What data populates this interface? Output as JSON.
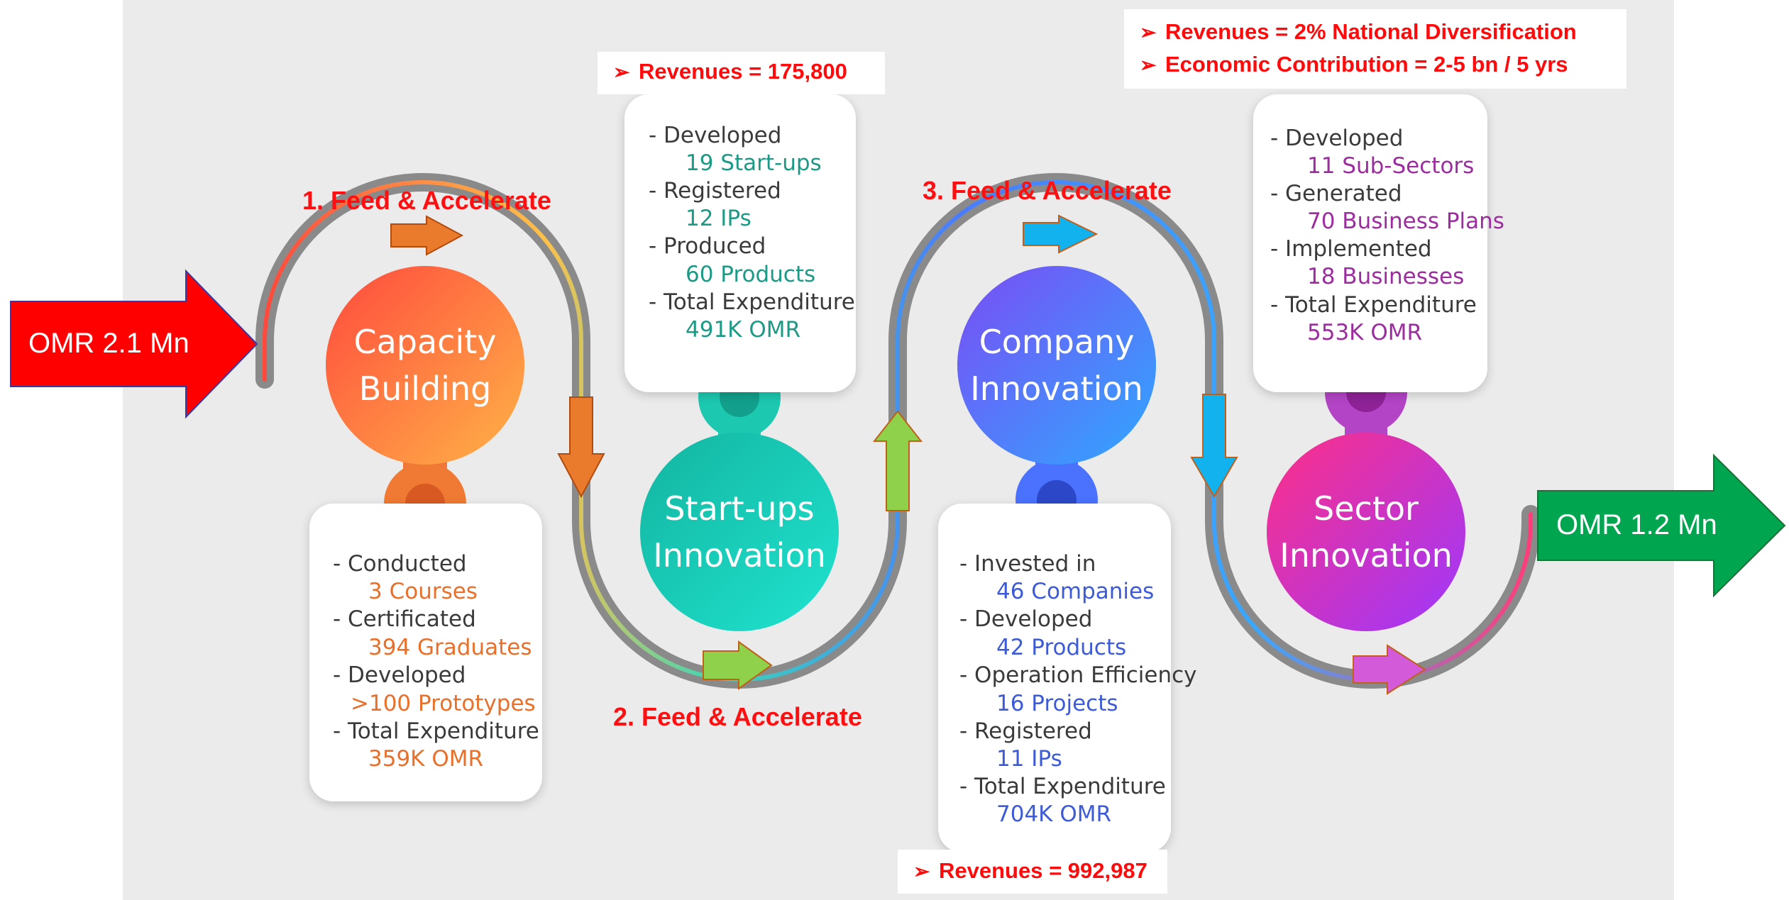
{
  "input_arrow": {
    "label": "OMR 2.1 Mn",
    "color": "#ff0000"
  },
  "output_arrow": {
    "label": "OMR 1.2 Mn",
    "color": "#00a54f"
  },
  "stage_titles": {
    "one": "1. Feed & Accelerate",
    "two": "2. Feed & Accelerate",
    "three": "3. Feed & Accelerate"
  },
  "callouts": {
    "startups": {
      "bullet": "➢",
      "text": "Revenues = 175,800"
    },
    "company": {
      "bullet": "➢",
      "text": "Revenues = 992,987"
    },
    "sector": [
      {
        "bullet": "➢",
        "text": "Revenues = 2% National Diversification"
      },
      {
        "bullet": "➢",
        "text": "Economic Contribution = 2-5 bn / 5 yrs"
      }
    ]
  },
  "nodes": {
    "capacity": {
      "title_line1": "Capacity",
      "title_line2": "Building",
      "accent": "#e8702a",
      "rows": [
        {
          "label": "- Conducted",
          "value": "3 Courses"
        },
        {
          "label": "- Certificated",
          "value": "394 Graduates"
        },
        {
          "label": "- Developed",
          "value": ">100 Prototypes"
        },
        {
          "label": "- Total Expenditure",
          "value": "359K OMR"
        }
      ]
    },
    "startups": {
      "title_line1": "Start-ups",
      "title_line2": "Innovation",
      "accent": "#1d9a86",
      "rows": [
        {
          "label": "- Developed",
          "value": "19 Start-ups"
        },
        {
          "label": "- Registered",
          "value": "12 IPs"
        },
        {
          "label": "- Produced",
          "value": "60 Products"
        },
        {
          "label": "- Total Expenditure",
          "value": "491K OMR"
        }
      ]
    },
    "company": {
      "title_line1": "Company",
      "title_line2": "Innovation",
      "accent": "#3d5bd6",
      "rows": [
        {
          "label": "- Invested in",
          "value": "46 Companies"
        },
        {
          "label": "- Developed",
          "value": "42 Products"
        },
        {
          "label": "- Operation Efficiency",
          "value": "16 Projects"
        },
        {
          "label": "- Registered",
          "value": "11 IPs"
        },
        {
          "label": "- Total Expenditure",
          "value": "704K OMR"
        }
      ]
    },
    "sector": {
      "title_line1": "Sector",
      "title_line2": "Innovation",
      "accent": "#9b2d9f",
      "rows": [
        {
          "label": "- Developed",
          "value": "11 Sub-Sectors"
        },
        {
          "label": "- Generated",
          "value": "70 Business Plans"
        },
        {
          "label": "- Implemented",
          "value": "18 Businesses"
        },
        {
          "label": "- Total Expenditure",
          "value": "553K OMR"
        }
      ]
    }
  }
}
